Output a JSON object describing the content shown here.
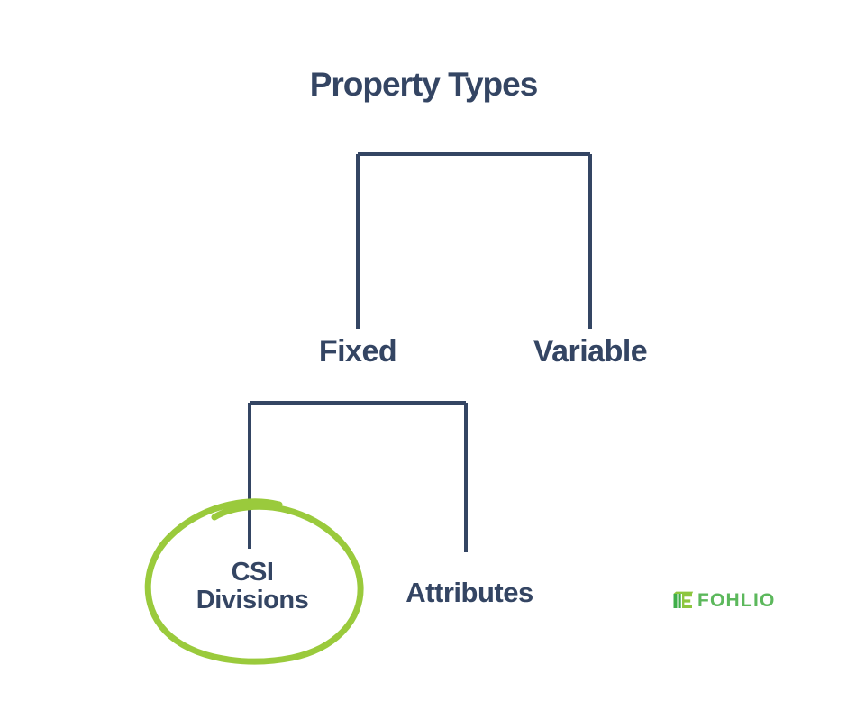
{
  "diagram": {
    "title": "Property Types",
    "nodes": {
      "root": "Property Types",
      "fixed": "Fixed",
      "variable": "Variable",
      "csi_divisions": "CSI\nDivisions",
      "csi_line1": "CSI",
      "csi_line2": "Divisions",
      "attributes": "Attributes"
    },
    "annotation": {
      "type": "hand-drawn-ellipse",
      "target": "CSI Divisions",
      "color": "#9ACA3C"
    },
    "colors": {
      "text_navy": "#344563",
      "connector_navy": "#344563",
      "highlight_green": "#9ACA3C",
      "logo_green": "#5cb85c",
      "logo_mark_green_dark": "#3fae49",
      "logo_mark_green_light": "#8dc63f",
      "background": "#ffffff"
    }
  },
  "logo": {
    "wordmark": "FOHLIO",
    "mark_name": "fohlio-layers-mark"
  }
}
